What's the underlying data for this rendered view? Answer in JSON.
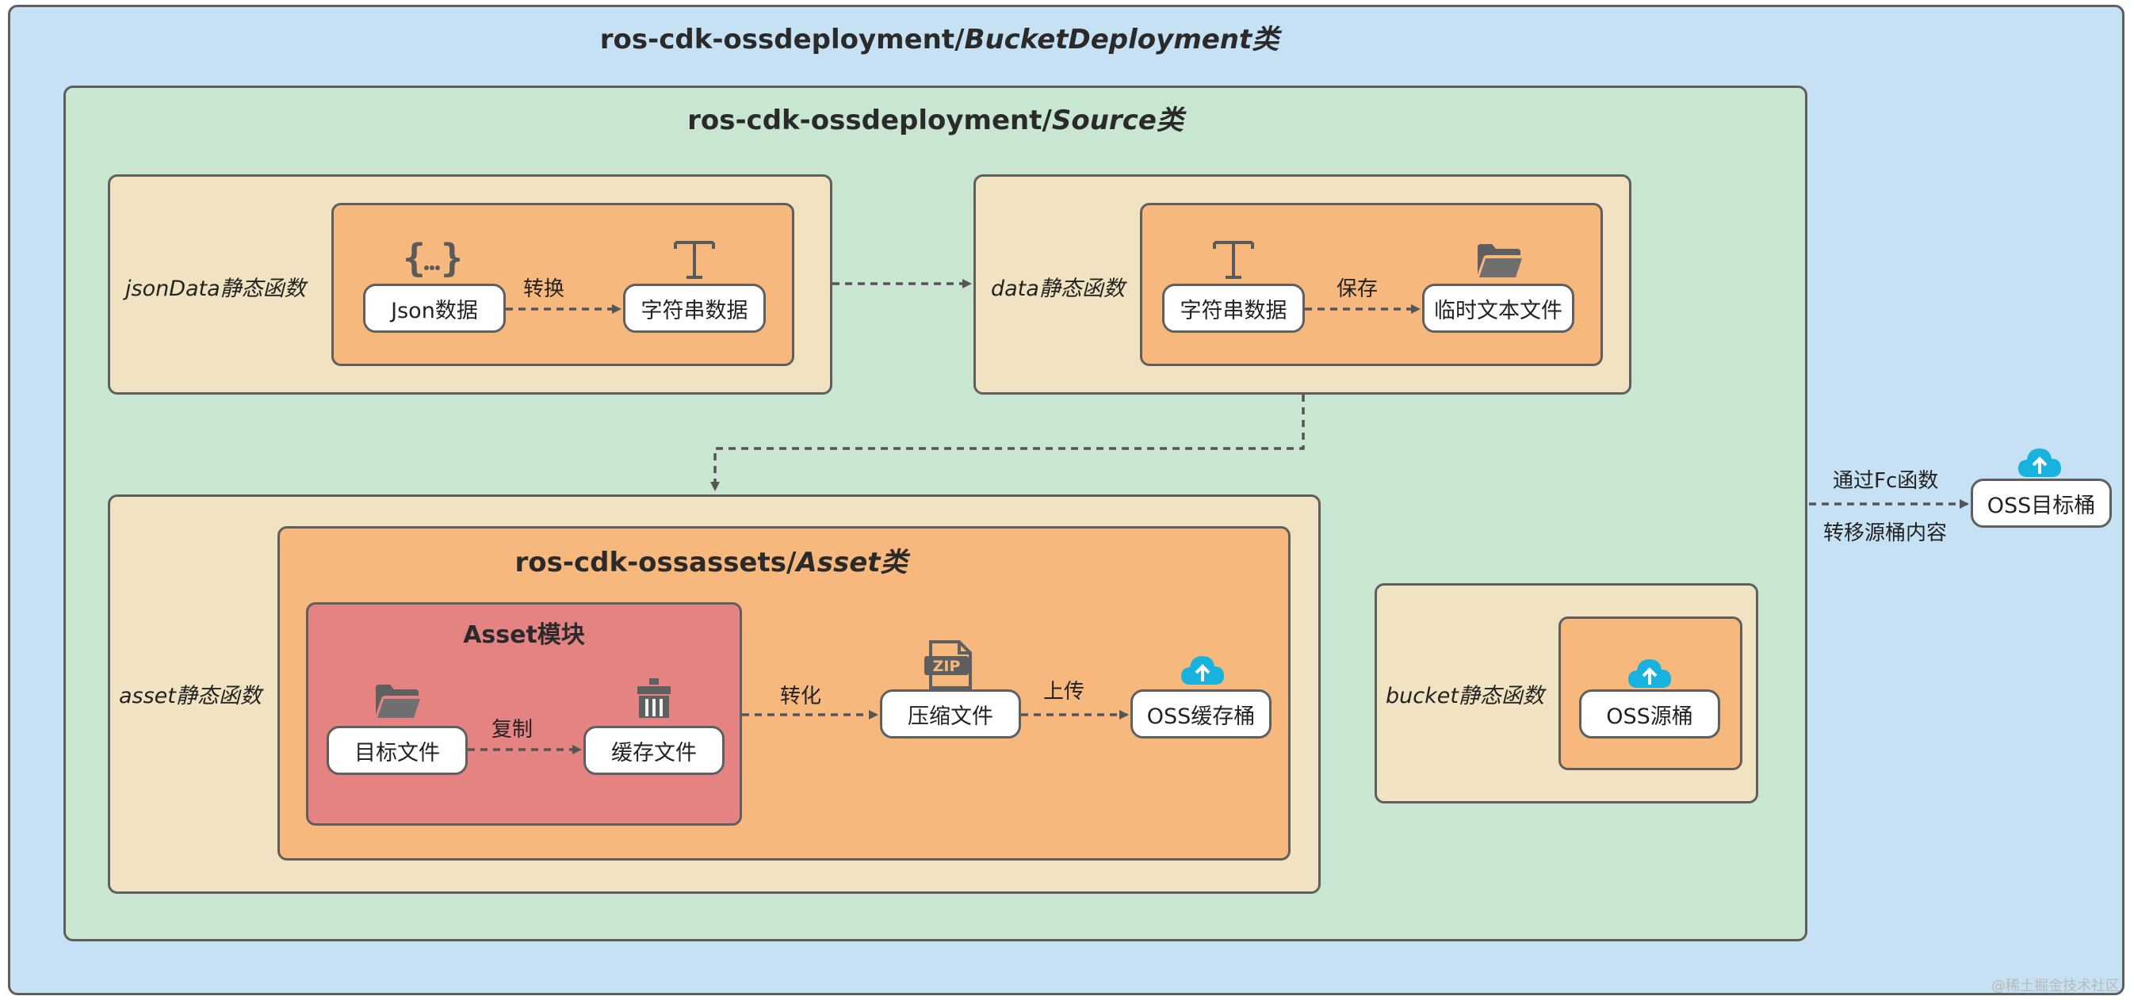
{
  "outer": {
    "title_main": "ros-cdk-ossdeployment/",
    "title_em": "BucketDeployment类"
  },
  "source": {
    "title_main": "ros-cdk-ossdeployment/",
    "title_em": "Source类"
  },
  "jsondata": {
    "fn_label": "jsonData静态函数",
    "node_json": "Json数据",
    "edge_label": "转换",
    "node_string": "字符串数据"
  },
  "data": {
    "fn_label": "data静态函数",
    "node_string": "字符串数据",
    "edge_label": "保存",
    "node_tempfile": "临时文本文件"
  },
  "asset": {
    "fn_label": "asset静态函数",
    "class_title_main": "ros-cdk-ossassets/",
    "class_title_em": "Asset类",
    "module_title": "Asset模块",
    "node_target_file": "目标文件",
    "edge_copy": "复制",
    "node_cache_file": "缓存文件",
    "edge_convert": "转化",
    "node_zip": "压缩文件",
    "edge_upload": "上传",
    "node_oss_cache": "OSS缓存桶"
  },
  "bucket": {
    "fn_label": "bucket静态函数",
    "node_oss_source": "OSS源桶"
  },
  "target": {
    "edge_label_top": "通过Fc函数",
    "edge_label_bottom": "转移源桶内容",
    "node_oss_target": "OSS目标桶"
  },
  "icons": {
    "braces": "braces-icon",
    "text": "text-t-icon",
    "folder": "folder-icon",
    "archive": "archive-icon",
    "zip": "zip-file-icon",
    "cloud": "cloud-upload-icon"
  },
  "watermark": "@稀土掘金技术社区",
  "colors": {
    "outer_bg": "#c7e1f4",
    "green_bg": "#c9e7d0",
    "cream_bg": "#f1e3c1",
    "orange_bg": "#f7b87e",
    "red_bg": "#e58383",
    "border": "#5f5f5f",
    "cloud": "#17b3de"
  }
}
